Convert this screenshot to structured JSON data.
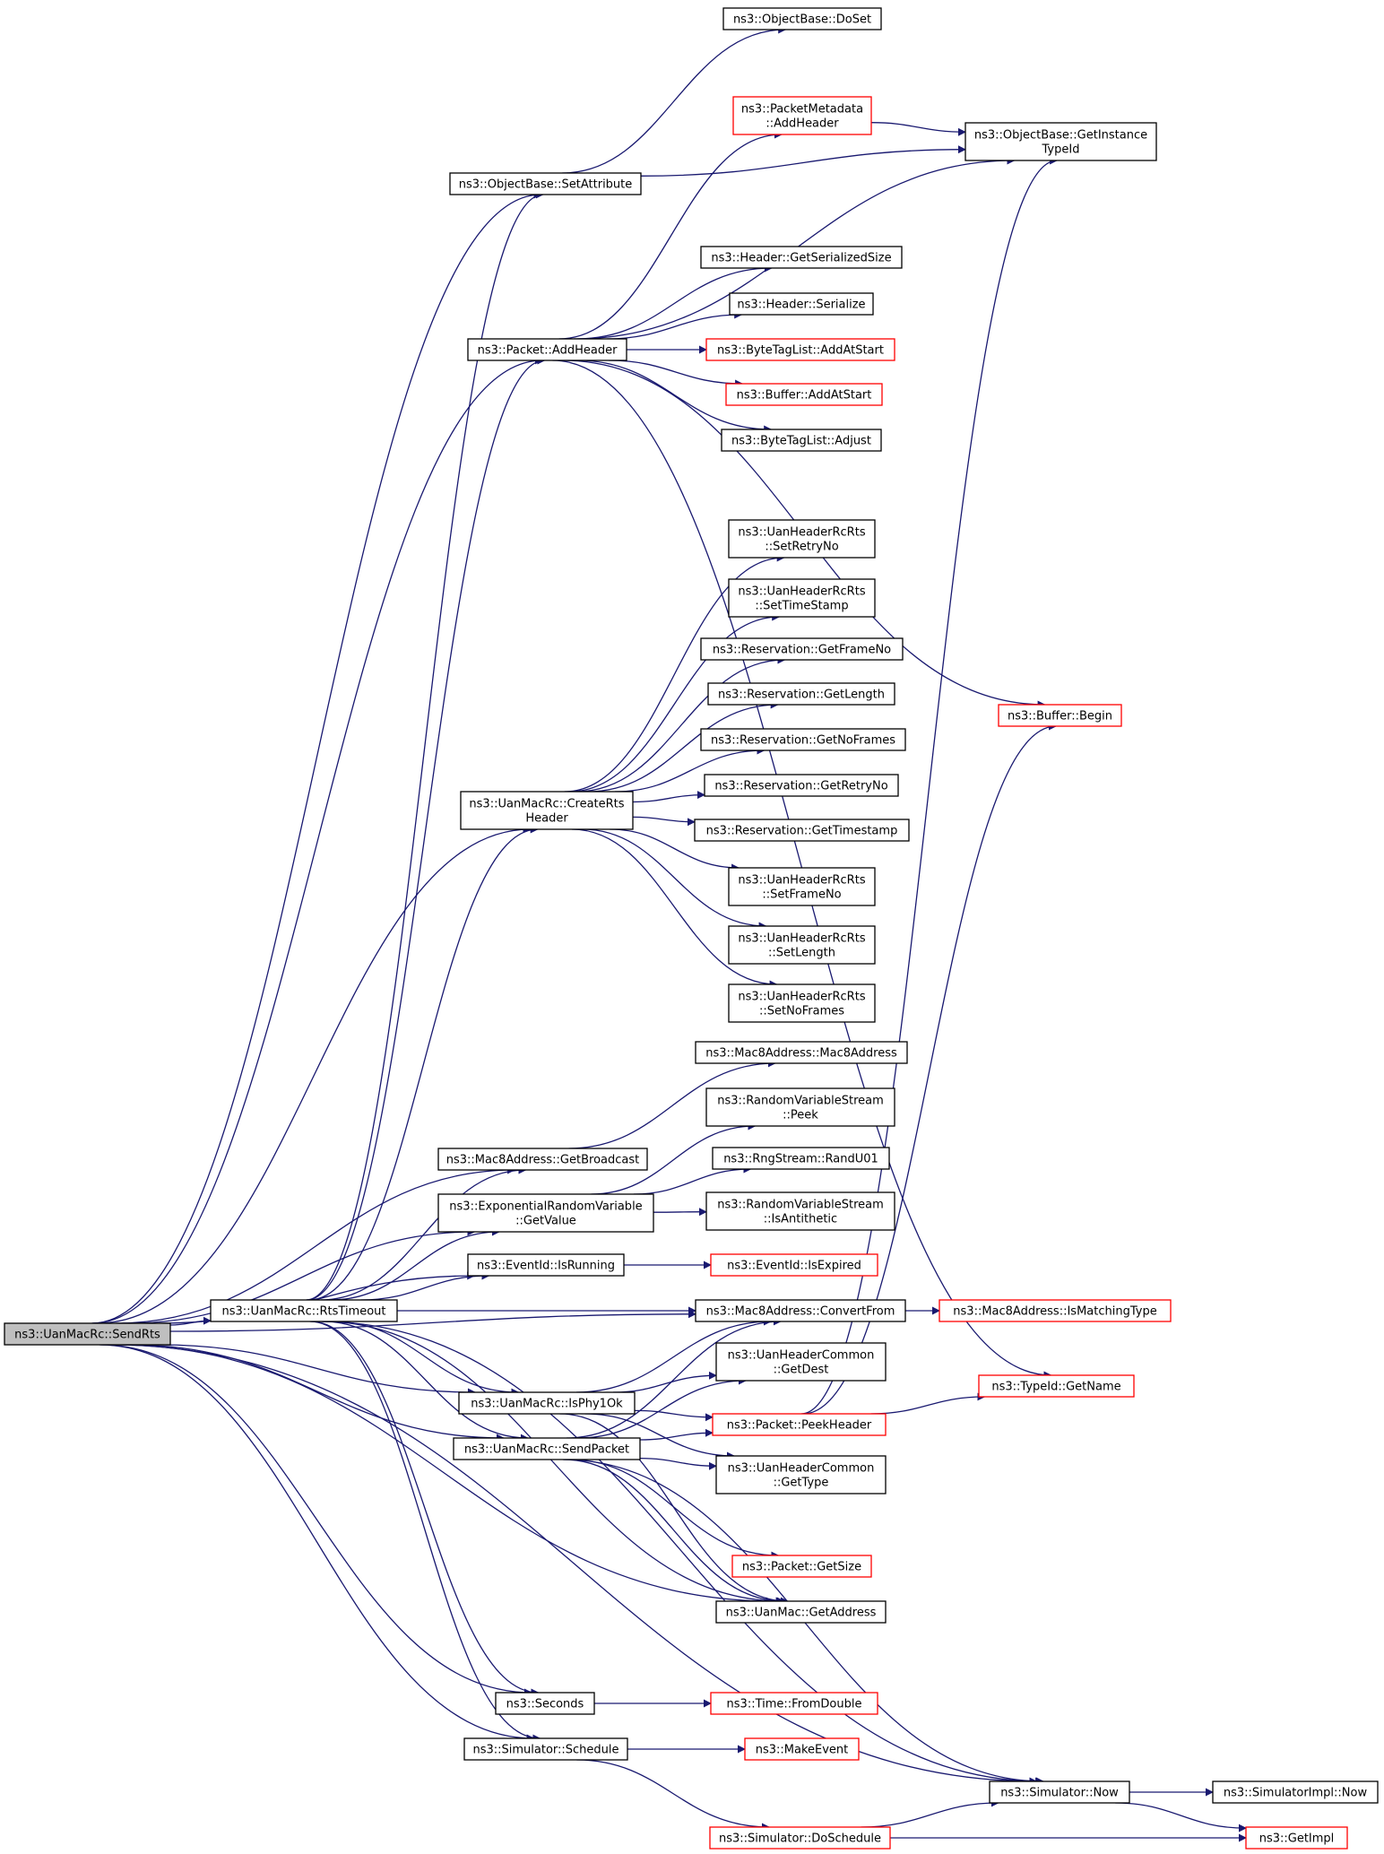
{
  "colors": {
    "edge": "#191970",
    "node_border": "#000000",
    "node_border_truncated": "#ff0000",
    "root_fill": "#bfbfbf",
    "node_fill": "#ffffff"
  },
  "nodes": [
    {
      "id": "SendRts",
      "lines": [
        "ns3::UanMacRc::SendRts"
      ],
      "style": "root"
    },
    {
      "id": "RtsTimeout",
      "lines": [
        "ns3::UanMacRc::RtsTimeout"
      ],
      "style": "normal"
    },
    {
      "id": "SetAttribute",
      "lines": [
        "ns3::ObjectBase::SetAttribute"
      ],
      "style": "normal"
    },
    {
      "id": "DoSet",
      "lines": [
        "ns3::ObjectBase::DoSet"
      ],
      "style": "normal"
    },
    {
      "id": "GetInstanceTypeId",
      "lines": [
        "ns3::ObjectBase::GetInstance",
        "TypeId"
      ],
      "style": "normal"
    },
    {
      "id": "PMAddHeader",
      "lines": [
        "ns3::PacketMetadata",
        "::AddHeader"
      ],
      "style": "red"
    },
    {
      "id": "PacketAddHeader",
      "lines": [
        "ns3::Packet::AddHeader"
      ],
      "style": "normal"
    },
    {
      "id": "GetSerializedSize",
      "lines": [
        "ns3::Header::GetSerializedSize"
      ],
      "style": "normal"
    },
    {
      "id": "HeaderSerialize",
      "lines": [
        "ns3::Header::Serialize"
      ],
      "style": "normal"
    },
    {
      "id": "BTLAddAtStart",
      "lines": [
        "ns3::ByteTagList::AddAtStart"
      ],
      "style": "red"
    },
    {
      "id": "BufferAddAtStart",
      "lines": [
        "ns3::Buffer::AddAtStart"
      ],
      "style": "red"
    },
    {
      "id": "BTLAdjust",
      "lines": [
        "ns3::ByteTagList::Adjust"
      ],
      "style": "normal"
    },
    {
      "id": "SetRetryNo",
      "lines": [
        "ns3::UanHeaderRcRts",
        "::SetRetryNo"
      ],
      "style": "normal"
    },
    {
      "id": "SetTimeStamp",
      "lines": [
        "ns3::UanHeaderRcRts",
        "::SetTimeStamp"
      ],
      "style": "normal"
    },
    {
      "id": "GetFrameNo",
      "lines": [
        "ns3::Reservation::GetFrameNo"
      ],
      "style": "normal"
    },
    {
      "id": "GetLength",
      "lines": [
        "ns3::Reservation::GetLength"
      ],
      "style": "normal"
    },
    {
      "id": "GetNoFrames",
      "lines": [
        "ns3::Reservation::GetNoFrames"
      ],
      "style": "normal"
    },
    {
      "id": "GetRetryNo",
      "lines": [
        "ns3::Reservation::GetRetryNo"
      ],
      "style": "normal"
    },
    {
      "id": "GetTimestamp",
      "lines": [
        "ns3::Reservation::GetTimestamp"
      ],
      "style": "normal"
    },
    {
      "id": "SetFrameNo",
      "lines": [
        "ns3::UanHeaderRcRts",
        "::SetFrameNo"
      ],
      "style": "normal"
    },
    {
      "id": "SetLength",
      "lines": [
        "ns3::UanHeaderRcRts",
        "::SetLength"
      ],
      "style": "normal"
    },
    {
      "id": "SetNoFrames",
      "lines": [
        "ns3::UanHeaderRcRts",
        "::SetNoFrames"
      ],
      "style": "normal"
    },
    {
      "id": "CreateRtsHeader",
      "lines": [
        "ns3::UanMacRc::CreateRts",
        "Header"
      ],
      "style": "normal"
    },
    {
      "id": "BufferBegin",
      "lines": [
        "ns3::Buffer::Begin"
      ],
      "style": "red"
    },
    {
      "id": "Mac8Address",
      "lines": [
        "ns3::Mac8Address::Mac8Address"
      ],
      "style": "normal"
    },
    {
      "id": "RVSPeek",
      "lines": [
        "ns3::RandomVariableStream",
        "::Peek"
      ],
      "style": "normal"
    },
    {
      "id": "GetBroadcast",
      "lines": [
        "ns3::Mac8Address::GetBroadcast"
      ],
      "style": "normal"
    },
    {
      "id": "RandU01",
      "lines": [
        "ns3::RngStream::RandU01"
      ],
      "style": "normal"
    },
    {
      "id": "ExpGetValue",
      "lines": [
        "ns3::ExponentialRandomVariable",
        "::GetValue"
      ],
      "style": "normal"
    },
    {
      "id": "IsAntithetic",
      "lines": [
        "ns3::RandomVariableStream",
        "::IsAntithetic"
      ],
      "style": "normal"
    },
    {
      "id": "IsRunning",
      "lines": [
        "ns3::EventId::IsRunning"
      ],
      "style": "normal"
    },
    {
      "id": "IsExpired",
      "lines": [
        "ns3::EventId::IsExpired"
      ],
      "style": "red"
    },
    {
      "id": "ConvertFrom",
      "lines": [
        "ns3::Mac8Address::ConvertFrom"
      ],
      "style": "normal"
    },
    {
      "id": "IsMatchingType",
      "lines": [
        "ns3::Mac8Address::IsMatchingType"
      ],
      "style": "red"
    },
    {
      "id": "GetDest",
      "lines": [
        "ns3::UanHeaderCommon",
        "::GetDest"
      ],
      "style": "normal"
    },
    {
      "id": "TypeIdGetName",
      "lines": [
        "ns3::TypeId::GetName"
      ],
      "style": "red"
    },
    {
      "id": "IsPhy1Ok",
      "lines": [
        "ns3::UanMacRc::IsPhy1Ok"
      ],
      "style": "normal"
    },
    {
      "id": "PeekHeader",
      "lines": [
        "ns3::Packet::PeekHeader"
      ],
      "style": "red"
    },
    {
      "id": "SendPacket",
      "lines": [
        "ns3::UanMacRc::SendPacket"
      ],
      "style": "normal"
    },
    {
      "id": "GetType",
      "lines": [
        "ns3::UanHeaderCommon",
        "::GetType"
      ],
      "style": "normal"
    },
    {
      "id": "PacketGetSize",
      "lines": [
        "ns3::Packet::GetSize"
      ],
      "style": "red"
    },
    {
      "id": "UanMacGetAddress",
      "lines": [
        "ns3::UanMac::GetAddress"
      ],
      "style": "normal"
    },
    {
      "id": "Seconds",
      "lines": [
        "ns3::Seconds"
      ],
      "style": "normal"
    },
    {
      "id": "FromDouble",
      "lines": [
        "ns3::Time::FromDouble"
      ],
      "style": "red"
    },
    {
      "id": "Schedule",
      "lines": [
        "ns3::Simulator::Schedule"
      ],
      "style": "normal"
    },
    {
      "id": "MakeEvent",
      "lines": [
        "ns3::MakeEvent"
      ],
      "style": "red"
    },
    {
      "id": "SimNow",
      "lines": [
        "ns3::Simulator::Now"
      ],
      "style": "normal"
    },
    {
      "id": "SimImplNow",
      "lines": [
        "ns3::SimulatorImpl::Now"
      ],
      "style": "normal"
    },
    {
      "id": "DoSchedule",
      "lines": [
        "ns3::Simulator::DoSchedule"
      ],
      "style": "red"
    },
    {
      "id": "GetImpl",
      "lines": [
        "ns3::GetImpl"
      ],
      "style": "red"
    }
  ],
  "edges": [
    [
      "SendRts",
      "SetAttribute"
    ],
    [
      "SendRts",
      "PacketAddHeader"
    ],
    [
      "SendRts",
      "CreateRtsHeader"
    ],
    [
      "SendRts",
      "GetBroadcast"
    ],
    [
      "SendRts",
      "ExpGetValue"
    ],
    [
      "SendRts",
      "IsRunning"
    ],
    [
      "SendRts",
      "RtsTimeout"
    ],
    [
      "SendRts",
      "ConvertFrom"
    ],
    [
      "SendRts",
      "IsPhy1Ok"
    ],
    [
      "SendRts",
      "SendPacket"
    ],
    [
      "SendRts",
      "UanMacGetAddress"
    ],
    [
      "SendRts",
      "Seconds"
    ],
    [
      "SendRts",
      "Schedule"
    ],
    [
      "SendRts",
      "SimNow"
    ],
    [
      "RtsTimeout",
      "SetAttribute"
    ],
    [
      "RtsTimeout",
      "PacketAddHeader"
    ],
    [
      "RtsTimeout",
      "CreateRtsHeader"
    ],
    [
      "RtsTimeout",
      "GetBroadcast"
    ],
    [
      "RtsTimeout",
      "ExpGetValue"
    ],
    [
      "RtsTimeout",
      "IsRunning"
    ],
    [
      "RtsTimeout",
      "ConvertFrom"
    ],
    [
      "RtsTimeout",
      "IsPhy1Ok"
    ],
    [
      "RtsTimeout",
      "SendPacket"
    ],
    [
      "RtsTimeout",
      "UanMacGetAddress"
    ],
    [
      "RtsTimeout",
      "Seconds"
    ],
    [
      "RtsTimeout",
      "Schedule"
    ],
    [
      "RtsTimeout",
      "SimNow"
    ],
    [
      "SetAttribute",
      "DoSet"
    ],
    [
      "SetAttribute",
      "GetInstanceTypeId"
    ],
    [
      "PMAddHeader",
      "GetInstanceTypeId"
    ],
    [
      "PacketAddHeader",
      "PMAddHeader"
    ],
    [
      "PacketAddHeader",
      "GetInstanceTypeId"
    ],
    [
      "PacketAddHeader",
      "BufferBegin"
    ],
    [
      "PacketAddHeader",
      "GetSerializedSize"
    ],
    [
      "PacketAddHeader",
      "HeaderSerialize"
    ],
    [
      "PacketAddHeader",
      "BTLAddAtStart"
    ],
    [
      "PacketAddHeader",
      "BufferAddAtStart"
    ],
    [
      "PacketAddHeader",
      "BTLAdjust"
    ],
    [
      "PacketAddHeader",
      "TypeIdGetName"
    ],
    [
      "CreateRtsHeader",
      "SetRetryNo"
    ],
    [
      "CreateRtsHeader",
      "SetTimeStamp"
    ],
    [
      "CreateRtsHeader",
      "GetFrameNo"
    ],
    [
      "CreateRtsHeader",
      "GetLength"
    ],
    [
      "CreateRtsHeader",
      "GetNoFrames"
    ],
    [
      "CreateRtsHeader",
      "GetRetryNo"
    ],
    [
      "CreateRtsHeader",
      "GetTimestamp"
    ],
    [
      "CreateRtsHeader",
      "SetFrameNo"
    ],
    [
      "CreateRtsHeader",
      "SetLength"
    ],
    [
      "CreateRtsHeader",
      "SetNoFrames"
    ],
    [
      "GetBroadcast",
      "Mac8Address"
    ],
    [
      "ExpGetValue",
      "RVSPeek"
    ],
    [
      "ExpGetValue",
      "RandU01"
    ],
    [
      "ExpGetValue",
      "IsAntithetic"
    ],
    [
      "IsRunning",
      "IsExpired"
    ],
    [
      "ConvertFrom",
      "IsMatchingType"
    ],
    [
      "IsPhy1Ok",
      "ConvertFrom"
    ],
    [
      "IsPhy1Ok",
      "GetDest"
    ],
    [
      "IsPhy1Ok",
      "PeekHeader"
    ],
    [
      "IsPhy1Ok",
      "GetType"
    ],
    [
      "IsPhy1Ok",
      "UanMacGetAddress"
    ],
    [
      "SendPacket",
      "ConvertFrom"
    ],
    [
      "SendPacket",
      "GetDest"
    ],
    [
      "SendPacket",
      "PeekHeader"
    ],
    [
      "SendPacket",
      "GetType"
    ],
    [
      "SendPacket",
      "PacketGetSize"
    ],
    [
      "SendPacket",
      "UanMacGetAddress"
    ],
    [
      "SendPacket",
      "SimNow"
    ],
    [
      "PeekHeader",
      "GetInstanceTypeId"
    ],
    [
      "PeekHeader",
      "BufferBegin"
    ],
    [
      "PeekHeader",
      "TypeIdGetName"
    ],
    [
      "Seconds",
      "FromDouble"
    ],
    [
      "Schedule",
      "MakeEvent"
    ],
    [
      "Schedule",
      "DoSchedule"
    ],
    [
      "SimNow",
      "SimImplNow"
    ],
    [
      "SimNow",
      "GetImpl"
    ],
    [
      "DoSchedule",
      "SimNow"
    ],
    [
      "DoSchedule",
      "GetImpl"
    ]
  ]
}
